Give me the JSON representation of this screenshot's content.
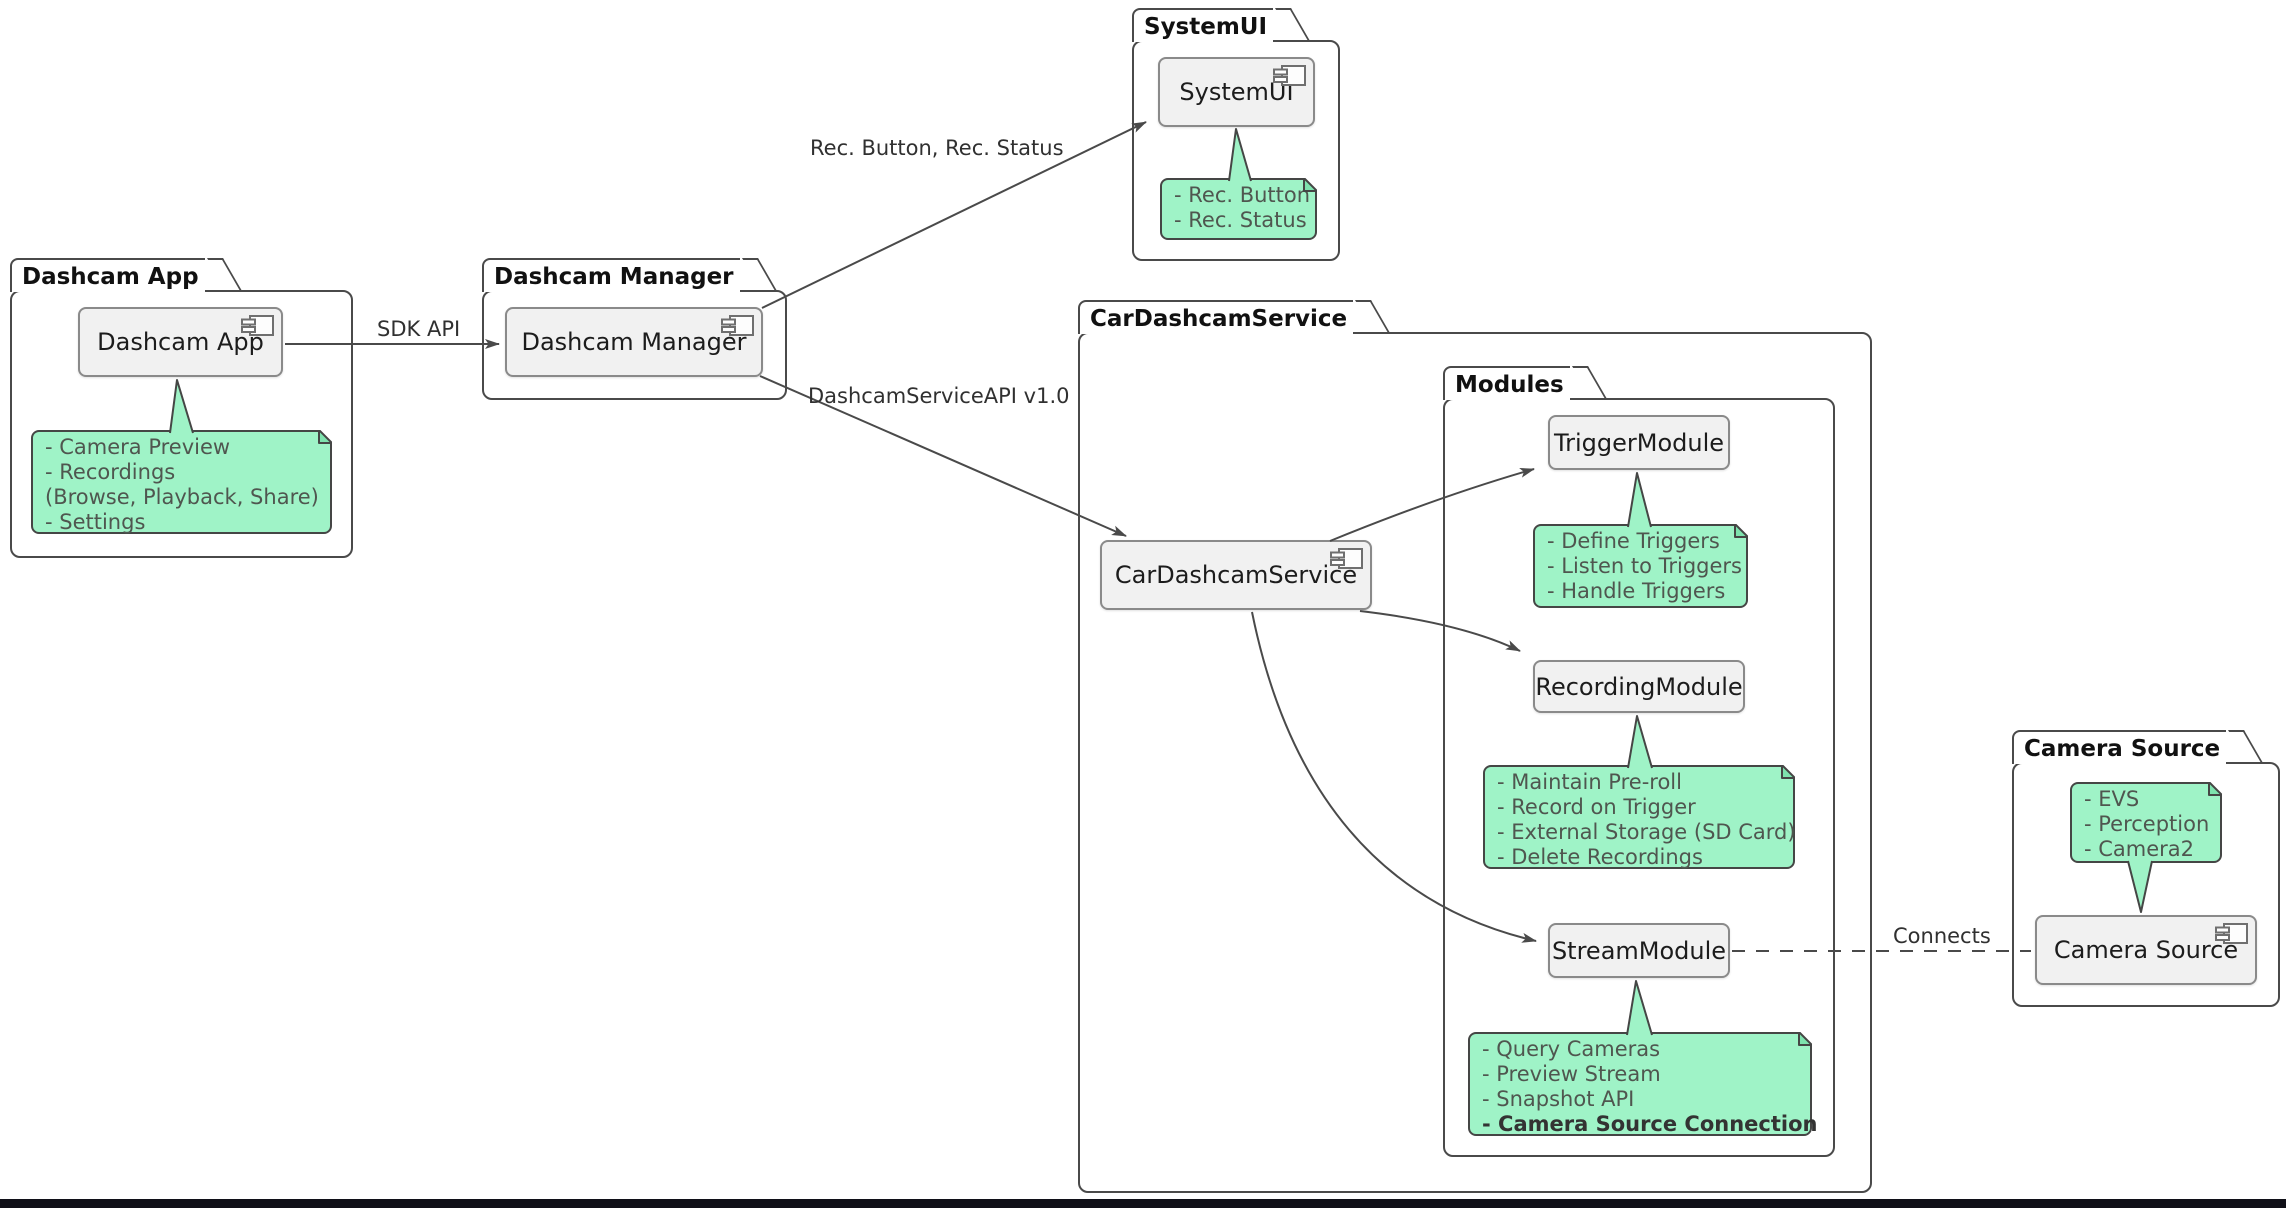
{
  "colors": {
    "note_fill": "#9ff3c7",
    "note_border": "#454645",
    "component_fill": "#f1f1f1",
    "component_border": "#8a8a8a",
    "package_border": "#4a4a4a",
    "line": "#4a4a4a",
    "bottom_bar": "#101018"
  },
  "packages": {
    "dashcam_app": {
      "title": "Dashcam App",
      "component": {
        "label": "Dashcam App"
      },
      "note": [
        "- Camera Preview",
        "- Recordings",
        "(Browse, Playback, Share)",
        "- Settings"
      ]
    },
    "dashcam_manager": {
      "title": "Dashcam Manager",
      "component": {
        "label": "Dashcam Manager"
      }
    },
    "systemui": {
      "title": "SystemUI",
      "component": {
        "label": "SystemUI"
      },
      "note": [
        "- Rec. Button",
        "- Rec. Status"
      ]
    },
    "car_dashcam_service": {
      "title": "CarDashcamService",
      "component": {
        "label": "CarDashcamService"
      },
      "modules": {
        "title": "Modules",
        "trigger": {
          "label": "TriggerModule",
          "note": [
            "- Define Triggers",
            "- Listen to Triggers",
            "- Handle Triggers"
          ]
        },
        "recording": {
          "label": "RecordingModule",
          "note": [
            "- Maintain Pre-roll",
            "- Record on Trigger",
            "- External Storage (SD Card)",
            "- Delete Recordings"
          ]
        },
        "stream": {
          "label": "StreamModule",
          "note": [
            "- Query Cameras",
            "- Preview Stream",
            "- Snapshot API",
            "- Camera Source Connection"
          ],
          "note_bold_index": 3
        }
      }
    },
    "camera_source": {
      "title": "Camera Source",
      "component": {
        "label": "Camera Source"
      },
      "note": [
        "- EVS",
        "- Perception",
        "- Camera2"
      ]
    }
  },
  "edge_labels": {
    "sdk_api": "SDK API",
    "rec": "Rec. Button, Rec. Status",
    "service_api": "DashcamServiceAPI v1.0",
    "connects": "Connects"
  },
  "edges": [
    {
      "from": "Dashcam App",
      "to": "Dashcam Manager",
      "label": "SDK API",
      "style": "solid-arrow"
    },
    {
      "from": "Dashcam Manager",
      "to": "SystemUI",
      "label": "Rec. Button, Rec. Status",
      "style": "solid-arrow"
    },
    {
      "from": "Dashcam Manager",
      "to": "CarDashcamService",
      "label": "DashcamServiceAPI v1.0",
      "style": "solid-arrow"
    },
    {
      "from": "CarDashcamService",
      "to": "TriggerModule",
      "label": "",
      "style": "solid-arrow"
    },
    {
      "from": "CarDashcamService",
      "to": "RecordingModule",
      "label": "",
      "style": "solid-arrow"
    },
    {
      "from": "CarDashcamService",
      "to": "StreamModule",
      "label": "",
      "style": "solid-arrow"
    },
    {
      "from": "StreamModule",
      "to": "Camera Source",
      "label": "Connects",
      "style": "dashed"
    }
  ]
}
